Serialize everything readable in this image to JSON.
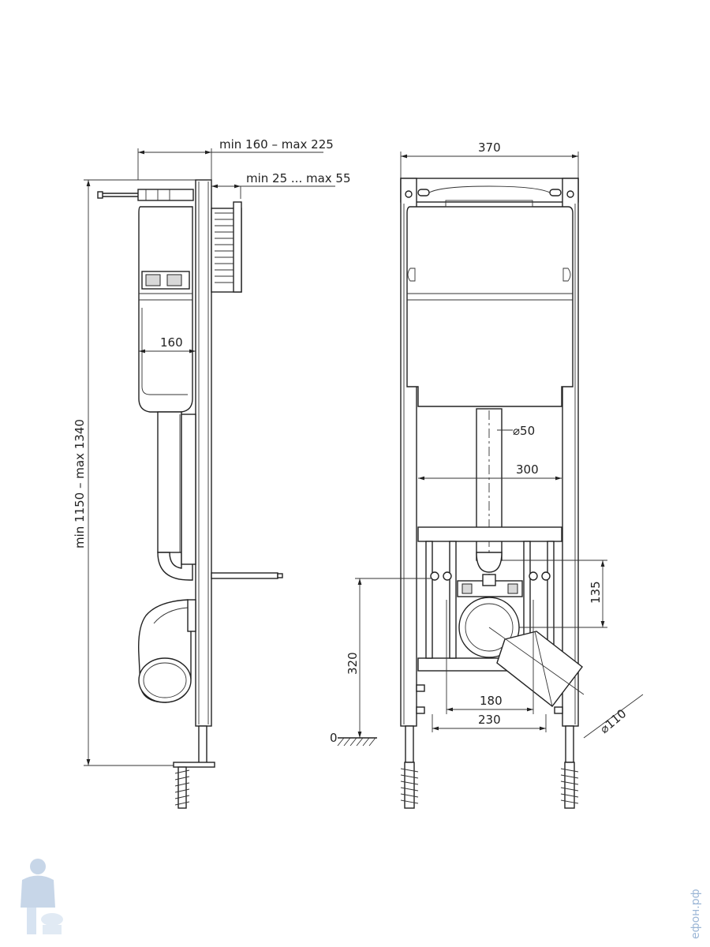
{
  "side_view": {
    "depth_range": "min 160 – max 225",
    "wall_range": "min 25 ... max 55",
    "height_range": "min 1150 – max 1340",
    "tank_depth": "160"
  },
  "front_view": {
    "frame_width": "370",
    "pipe_diameter_small": "50",
    "inner_width": "300",
    "bolt_height": "135",
    "outlet_height": "320",
    "bolt_spacing_inner": "180",
    "bolt_spacing_outer": "230",
    "outlet_diameter": "110",
    "floor_level": "0",
    "diameter_symbol": "⌀"
  },
  "watermark": {
    "site": "ефон.рф"
  },
  "colors": {
    "line": "#222222",
    "watermark": "#9bb6d6"
  },
  "icons": {
    "diameter": "diameter-icon",
    "mascot": "plumber-mascot-icon"
  }
}
